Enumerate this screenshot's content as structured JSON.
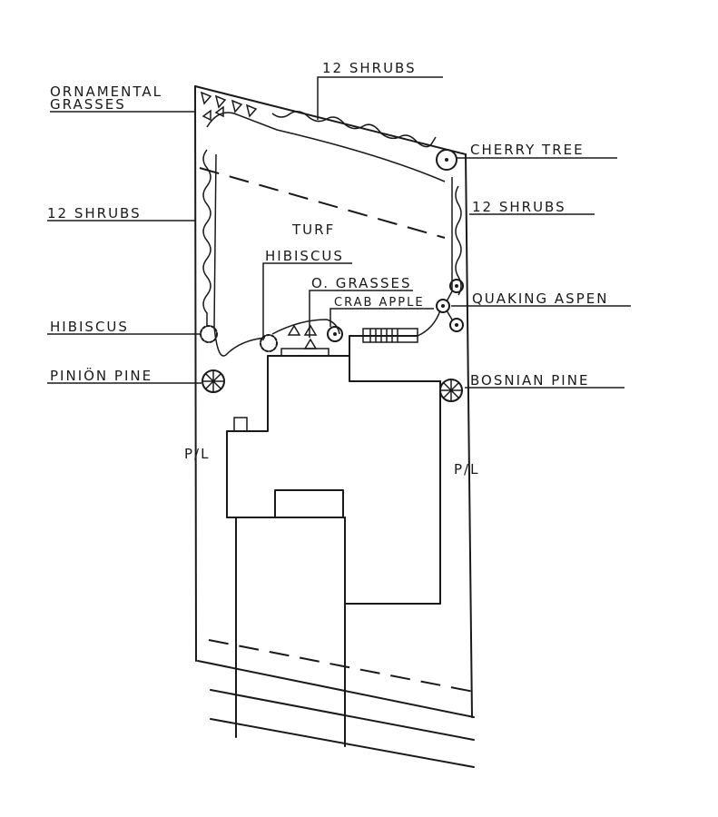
{
  "labels": {
    "shrubs_top": "12 SHRUBS",
    "ornamental_1": "ORNAMENTAL",
    "ornamental_2": "GRASSES",
    "cherry_tree": "CHERRY TREE",
    "shrubs_left": "12 SHRUBS",
    "shrubs_right": "12 SHRUBS",
    "turf": "TURF",
    "hibiscus_center": "HIBISCUS",
    "o_grasses": "O. GRASSES",
    "crab_apple": "CRAB APPLE",
    "quaking_aspen": "QUAKING ASPEN",
    "hibiscus_left": "HIBISCUS",
    "pinion_pine": "PINIÖN PINE",
    "bosnian_pine": "BOSNIAN PINE",
    "pl_left": "P/L",
    "pl_right": "P/L"
  }
}
